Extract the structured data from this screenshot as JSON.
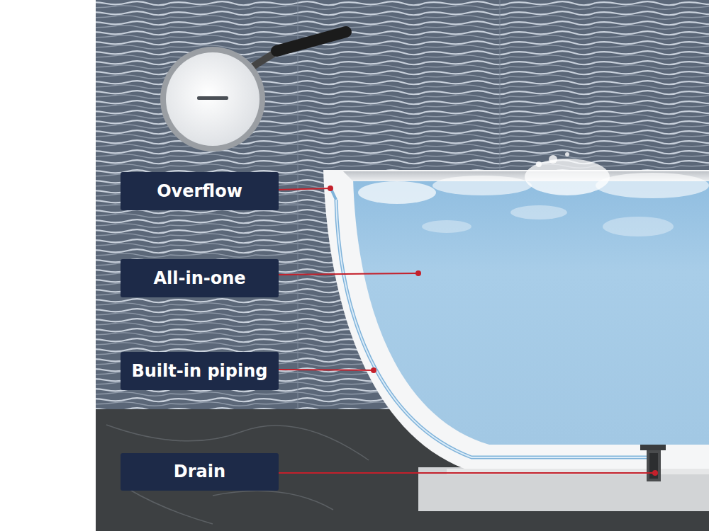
{
  "diagram": {
    "nodes": [
      {
        "text": [
          "Overflow"
        ]
      },
      {
        "text": [
          "All-in-one"
        ]
      },
      {
        "text": [
          "Built-in piping"
        ]
      },
      {
        "text": [
          "Drain"
        ]
      }
    ]
  }
}
